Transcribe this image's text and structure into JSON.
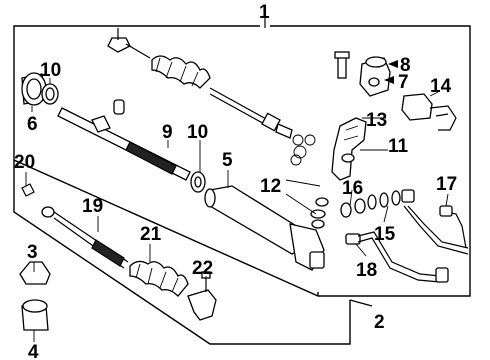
{
  "callouts": {
    "c1": "1",
    "c2": "2",
    "c3": "3",
    "c4": "4",
    "c5": "5",
    "c6": "6",
    "c7": "7",
    "c8": "8",
    "c9": "9",
    "c10a": "10",
    "c10b": "10",
    "c11": "11",
    "c12": "12",
    "c13": "13",
    "c14": "14",
    "c15": "15",
    "c16": "16",
    "c17": "17",
    "c18": "18",
    "c19": "19",
    "c20": "20",
    "c21": "21",
    "c22": "22"
  }
}
